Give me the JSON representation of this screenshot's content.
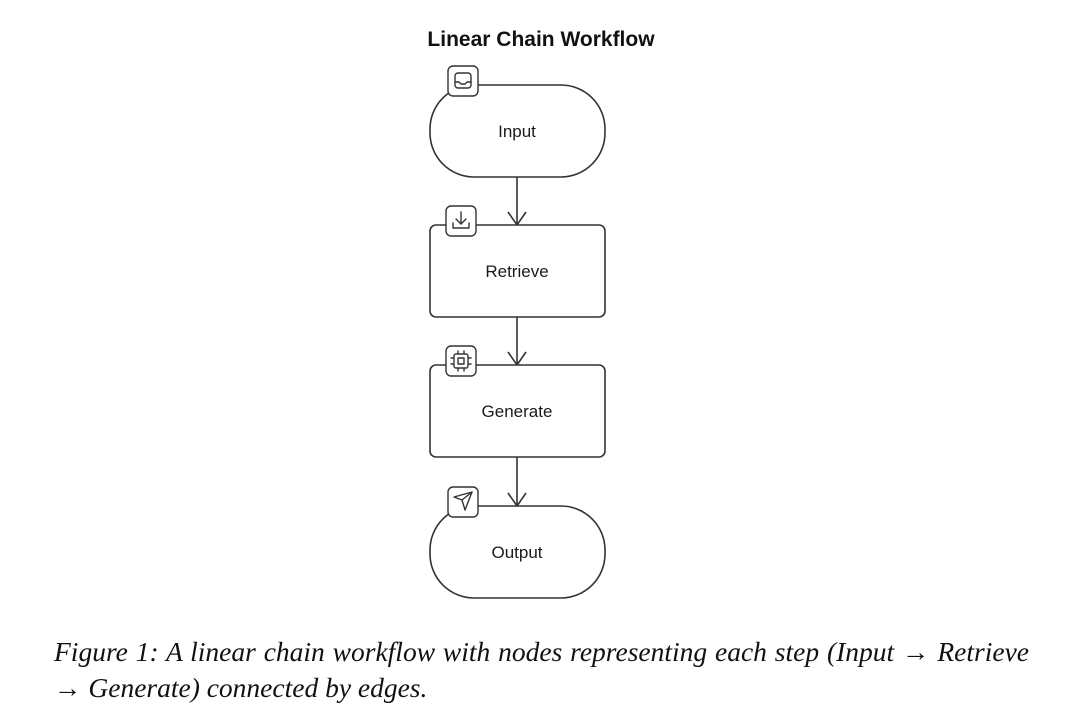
{
  "diagram": {
    "title": "Linear Chain Workflow",
    "nodes": [
      {
        "id": "input",
        "label": "Input",
        "shape": "terminal",
        "icon": "inbox-icon"
      },
      {
        "id": "retrieve",
        "label": "Retrieve",
        "shape": "process",
        "icon": "download-icon"
      },
      {
        "id": "generate",
        "label": "Generate",
        "shape": "process",
        "icon": "chip-icon"
      },
      {
        "id": "output",
        "label": "Output",
        "shape": "terminal",
        "icon": "send-icon"
      }
    ],
    "edges": [
      {
        "from": "input",
        "to": "retrieve"
      },
      {
        "from": "retrieve",
        "to": "generate"
      },
      {
        "from": "generate",
        "to": "output"
      }
    ]
  },
  "caption": "Figure 1: A linear chain workflow with nodes representing each step (Input → Retrieve → Generate) connected by edges."
}
